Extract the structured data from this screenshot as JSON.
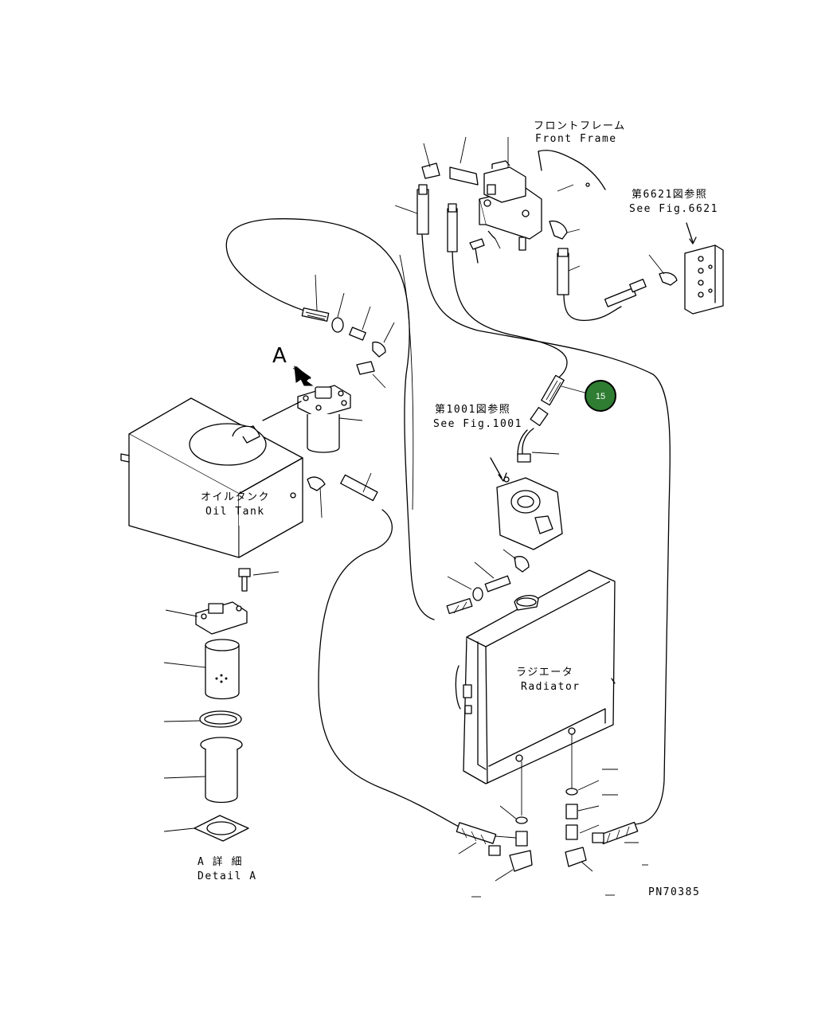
{
  "labels": {
    "front_frame_jp": "フロントフレーム",
    "front_frame_en": "Front Frame",
    "ref_6621_jp": "第6621図参照",
    "ref_6621_en": "See Fig.6621",
    "ref_1001_jp": "第1001図参照",
    "ref_1001_en": "See Fig.1001",
    "oil_tank_jp": "オイルタンク",
    "oil_tank_en": "Oil Tank",
    "radiator_jp": "ラジエータ",
    "radiator_en": "Radiator",
    "detail_jp": "A 詳 細",
    "detail_en": "Detail A",
    "view_marker": "A",
    "drawing_number": "PN70385"
  },
  "callout": {
    "number": "15",
    "color": "#2e7d32",
    "border": "#000000"
  }
}
